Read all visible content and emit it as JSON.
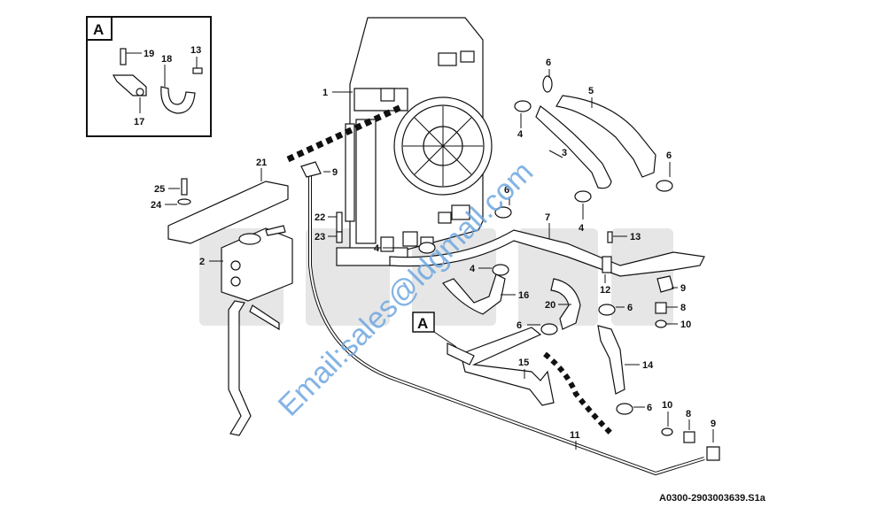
{
  "diagram": {
    "reference_code": "A0300-2903003639.S1a",
    "watermark": "Email:sales@ldgmall.com",
    "background_logo": "SDLG",
    "callout_A": "A",
    "inset_label": "A",
    "colors": {
      "line": "#111111",
      "watermark": "#6ea7e0",
      "logo": "#e6e6e6"
    },
    "labels": {
      "l1": "1",
      "l2": "2",
      "l3": "3",
      "l4a": "4",
      "l4b": "4",
      "l4c": "4",
      "l4d": "4",
      "l5": "5",
      "l6a": "6",
      "l6b": "6",
      "l6c": "6",
      "l6d": "6",
      "l6e": "6",
      "l6f": "6",
      "l7": "7",
      "l8a": "8",
      "l8b": "8",
      "l9a": "9",
      "l9b": "9",
      "l9c": "9",
      "l10a": "10",
      "l10b": "10",
      "l11": "11",
      "l12": "12",
      "l13a": "13",
      "l13b": "13",
      "l14": "14",
      "l15": "15",
      "l16": "16",
      "l17": "17",
      "l18": "18",
      "l19": "19",
      "l20": "20",
      "l21": "21",
      "l22": "22",
      "l23": "23",
      "l24": "24",
      "l25": "25"
    }
  }
}
